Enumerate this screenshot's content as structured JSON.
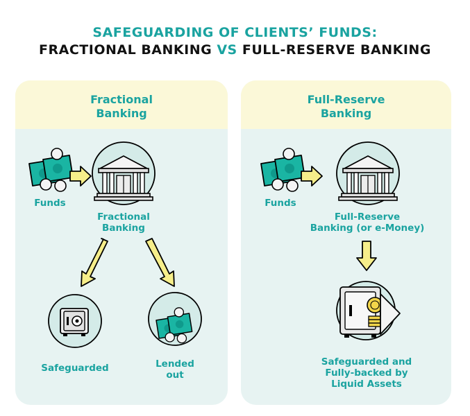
{
  "header": {
    "title_line1": "SAFEGUARDING OF CLIENTS’ FUNDS:",
    "title_line2_a": "FRACTIONAL BANKING",
    "title_line2_vs": "VS",
    "title_line2_b": "FULL-RESERVE BANKING"
  },
  "left_panel": {
    "title_1": "Fractional",
    "title_2": "Banking",
    "funds_label": "Funds",
    "bank_label_1": "Fractional",
    "bank_label_2": "Banking",
    "safeguarded_label": "Safeguarded",
    "lended_label_1": "Lended",
    "lended_label_2": "out"
  },
  "right_panel": {
    "title_1": "Full-Reserve",
    "title_2": "Banking",
    "funds_label": "Funds",
    "bank_label_1": "Full-Reserve",
    "bank_label_2": "Banking (or e-Money)",
    "result_label_1": "Safeguarded and",
    "result_label_2": "Fully-backed by",
    "result_label_3": "Liquid Assets"
  },
  "colors": {
    "accent": "#1aa3a0",
    "panel_bg": "#e7f3f2",
    "panel_header": "#fbf8d8",
    "arrow_fill": "#f6ee8a",
    "money_green": "#1ab5a3"
  }
}
